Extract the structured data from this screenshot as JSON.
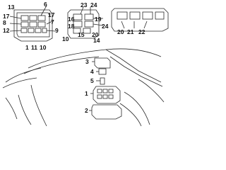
{
  "callouts": {
    "c1": "1",
    "c2": "2",
    "c3": "3",
    "c4": "4",
    "c5": "5",
    "c6": "6",
    "c7": "7",
    "c8": "8",
    "c9": "9",
    "c10": "10",
    "c11": "11",
    "c12": "12",
    "c13": "13",
    "c14": "14",
    "c15": "15",
    "c16": "16",
    "c17": "17",
    "c18": "18",
    "c19": "19",
    "c20": "20",
    "c21": "21",
    "c22": "22",
    "c23": "23",
    "c24": "24"
  },
  "colors": {
    "line": "#2a2a2a",
    "text": "#111111",
    "background": "#ffffff"
  }
}
